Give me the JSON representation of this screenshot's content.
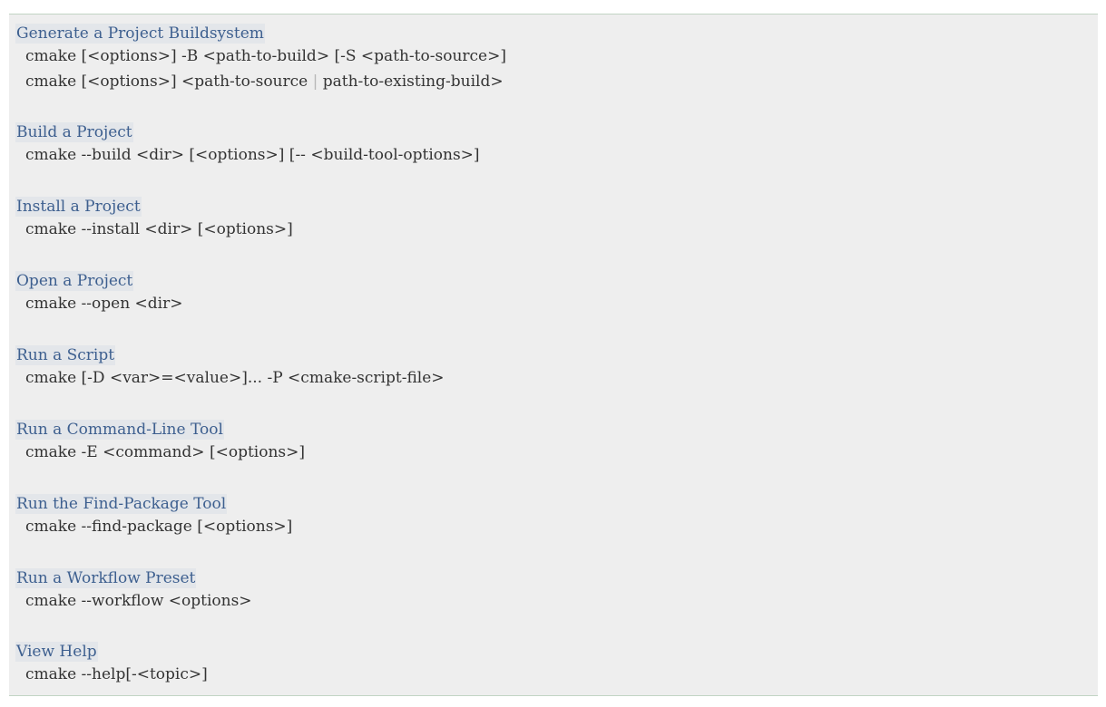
{
  "sections": [
    {
      "heading": "Generate a Project Buildsystem",
      "lines": [
        "cmake [<options>] -B <path-to-build> [-S <path-to-source>]"
      ],
      "line2_before": "cmake [<options>] <path-to-source ",
      "line2_sep": "|",
      "line2_after": " path-to-existing-build>"
    },
    {
      "heading": "Build a Project",
      "lines": [
        "cmake --build <dir> [<options>] [-- <build-tool-options>]"
      ]
    },
    {
      "heading": "Install a Project",
      "lines": [
        "cmake --install <dir> [<options>]"
      ]
    },
    {
      "heading": "Open a Project",
      "lines": [
        "cmake --open <dir>"
      ]
    },
    {
      "heading": "Run a Script",
      "lines": [
        "cmake [-D <var>=<value>]... -P <cmake-script-file>"
      ]
    },
    {
      "heading": "Run a Command-Line Tool",
      "lines": [
        "cmake -E <command> [<options>]"
      ]
    },
    {
      "heading": "Run the Find-Package Tool",
      "lines": [
        "cmake --find-package [<options>]"
      ]
    },
    {
      "heading": "Run a Workflow Preset",
      "lines": [
        "cmake --workflow <options>"
      ]
    },
    {
      "heading": "View Help",
      "lines": [
        "cmake --help[-<topic>]"
      ]
    }
  ]
}
